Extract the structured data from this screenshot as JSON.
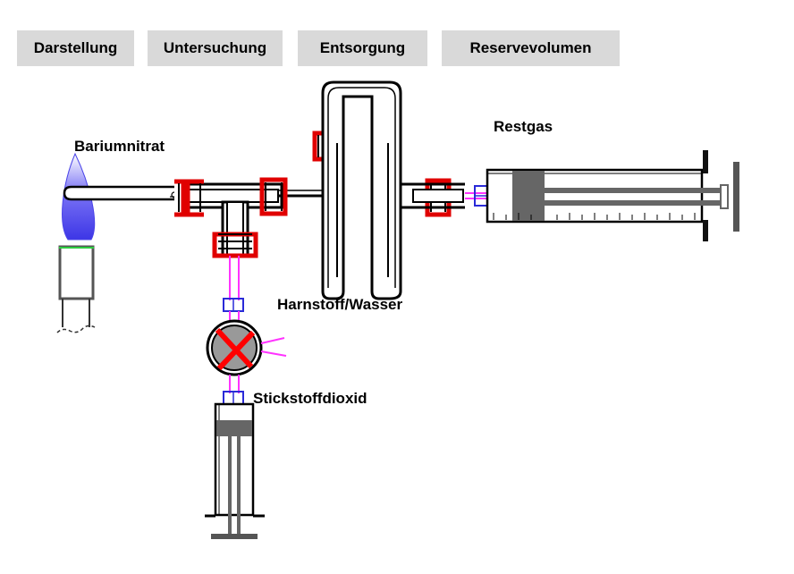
{
  "tabs": [
    {
      "label": "Darstellung"
    },
    {
      "label": "Untersuchung"
    },
    {
      "label": "Entsorgung"
    },
    {
      "label": "Reservevolumen"
    }
  ],
  "labels": {
    "bariumnitrat": "Bariumnitrat",
    "restgas": "Restgas",
    "harnstoff_wasser": "Harnstoff/Wasser",
    "stickstoffdioxid": "Stickstoffdioxid"
  },
  "colors": {
    "tab_bg": "#d9d9d9",
    "seal_red": "#e00000",
    "flame_blue": "#5a55f0",
    "tube_black": "#000000",
    "tube_pink": "#ff33ff",
    "connector_blue": "#2a2ad8",
    "valve_gray": "#999999",
    "valve_red_x": "#ff0000",
    "piston_gray": "#666666"
  }
}
